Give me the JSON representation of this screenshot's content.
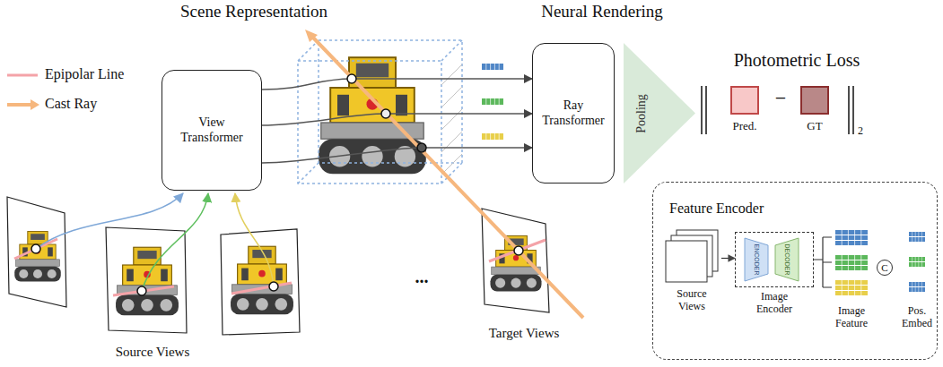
{
  "diagram": {
    "nodes": [
      {
        "text": [
          "View Transformer"
        ]
      },
      {
        "text": [
          "Ray Transformer"
        ]
      },
      {
        "text": [
          "Pooling"
        ]
      },
      {
        "text": [
          "Pred."
        ]
      },
      {
        "text": [
          "GT"
        ]
      },
      {
        "text": [
          "Feature Encoder"
        ]
      },
      {
        "text": [
          "Source Views"
        ],
        "in": 5
      },
      {
        "text": [
          "Image Encoder"
        ],
        "in": 5
      },
      {
        "text": [
          "ENCODER"
        ],
        "in": 7
      },
      {
        "text": [
          "DECODER"
        ],
        "in": 7
      },
      {
        "text": [
          "Image Feature"
        ],
        "in": 5
      },
      {
        "text": [
          "C"
        ],
        "in": 5
      },
      {
        "text": [
          "Pos. Embed"
        ],
        "in": 5
      }
    ],
    "edges": [
      {
        "from": 0,
        "to": 1,
        "arrow": "to"
      },
      {
        "from": 0,
        "to": 1,
        "arrow": "to"
      },
      {
        "from": 0,
        "to": 1,
        "arrow": "to"
      },
      {
        "from": 6,
        "to": 7,
        "arrow": "to"
      },
      {
        "from": 7,
        "to": 10,
        "arrow": "none"
      }
    ],
    "labels": [
      "Scene Representation",
      "Neural Rendering",
      "Photometric Loss",
      "Source Views",
      "Target Views",
      "...",
      "−",
      "2"
    ],
    "legend": [
      {
        "text": "Epipolar Line"
      },
      {
        "text": "Cast Ray"
      }
    ]
  }
}
